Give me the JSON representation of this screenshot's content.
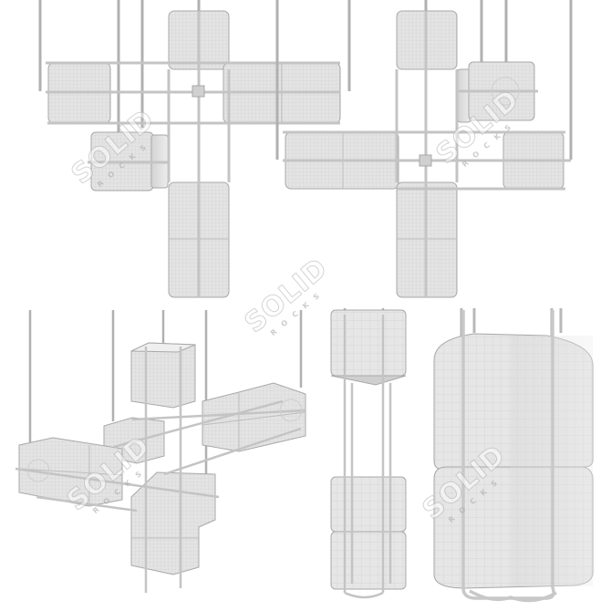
{
  "image": {
    "subject": "Modular pendant lamp with rounded cube shades in wire frame",
    "views": [
      {
        "id": "top-left",
        "label": "front view, configuration A"
      },
      {
        "id": "top-right",
        "label": "front view, configuration B"
      },
      {
        "id": "bottom-left",
        "label": "perspective view"
      },
      {
        "id": "bottom-middle",
        "label": "side view, vertical pendant"
      },
      {
        "id": "bottom-right",
        "label": "close-up detail"
      }
    ],
    "colors": {
      "background": "#ffffff",
      "shade_fill": "#e2e2e2",
      "shade_shadow": "#c8c8c8",
      "frame": "#d0d0d0",
      "frame_edge": "#a8a8a8",
      "grid_line": "#cfcfcf"
    }
  },
  "watermarks": [
    {
      "text": "SOLID",
      "subtext": "ROCKS"
    },
    {
      "text": "SOLID",
      "subtext": "ROCKS"
    },
    {
      "text": "SOLID",
      "subtext": "ROCKS"
    },
    {
      "text": "SOLID",
      "subtext": "ROCKS"
    },
    {
      "text": "SOLID",
      "subtext": "ROCKS"
    }
  ]
}
